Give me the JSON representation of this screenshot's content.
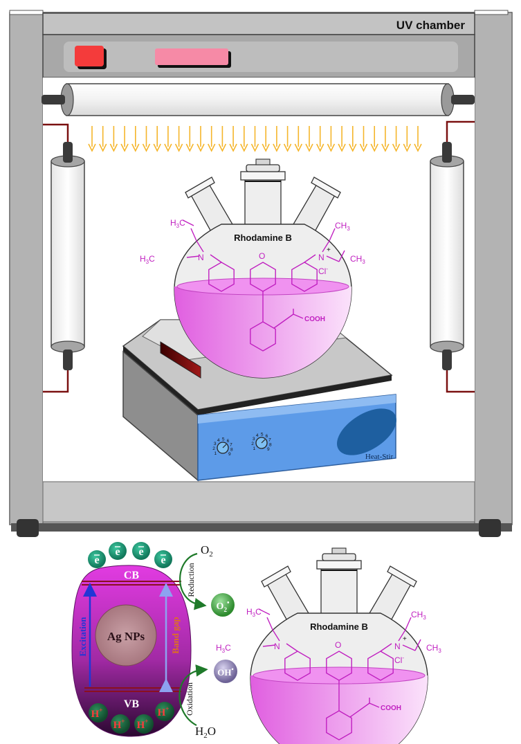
{
  "chamber": {
    "title": "UV chamber"
  },
  "stirrer": {
    "brand": "Heat-Stir",
    "dial_numbers": [
      "1",
      "2",
      "3",
      "4",
      "5",
      "6",
      "7",
      "8",
      "9"
    ]
  },
  "flask_top": {
    "compound": "Rhodamine B",
    "labels": {
      "h3c_left_top": "H3C",
      "h3c_left": "H3C",
      "n_left": "N",
      "o": "O",
      "n_right": "N",
      "plus": "+",
      "ch3_top": "CH3",
      "ch3_right": "CH3",
      "cl": "Cl",
      "cooh": "COOH"
    }
  },
  "flask_bottom": {
    "compound": "Rhodamine B",
    "labels": {
      "h3c_left_top": "H3C",
      "h3c_left": "H3C",
      "n_left": "N",
      "o": "O",
      "n_right": "N",
      "plus": "+",
      "ch3_top": "CH3",
      "ch3_right": "CH3",
      "cl": "Cl",
      "cooh": "COOH"
    }
  },
  "photocatalyst": {
    "cb": "CB",
    "vb": "VB",
    "core": "Ag NPs",
    "excitation": "Excitation",
    "band_gap": "Band gap",
    "electron": "e",
    "hole": "H",
    "reduction": "Reduction",
    "oxidation": "Oxidation",
    "o2": "O2",
    "superoxide": "O2",
    "hydroxyl": "OH",
    "water": "H2O"
  },
  "colors": {
    "chamber_gray": "#a6a6a6",
    "uv_arrow": "#f5b52a",
    "magenta": "#d633d6",
    "stirrer_blue": "#5d9be8",
    "electron_green": "#1a9e7a",
    "hole_green": "#1f6e45"
  }
}
